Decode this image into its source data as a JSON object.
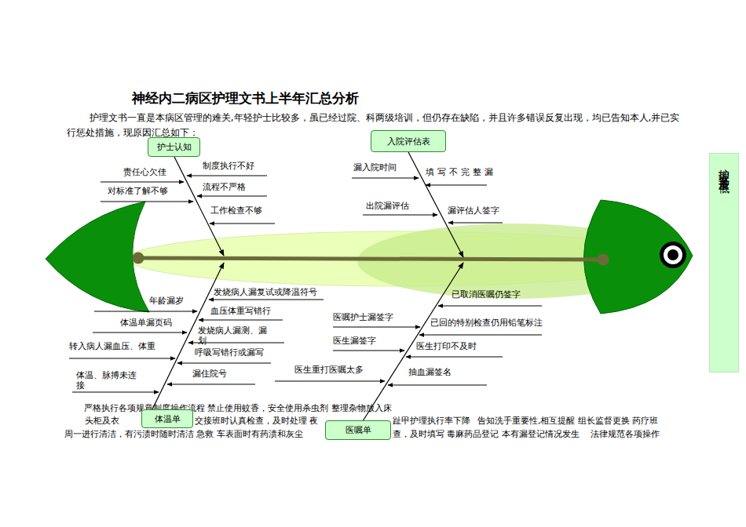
{
  "diagram": {
    "title": "神经内二病区护理文书上半年汇总分析",
    "nodes": [
      {
        "text": [
          "护士认知"
        ]
      },
      {
        "text": [
          "入院评估表"
        ]
      },
      {
        "text": [
          "护理文书质量低"
        ]
      },
      {
        "text": [
          "体温单"
        ]
      },
      {
        "text": [
          "医嘱单"
        ]
      }
    ],
    "labels": [
      "护理文书一直是本病区管理的难关,年轻护士比较多，虽已经过院、科两级培训，但仍存在缺陷，并且许多错误反复出现，均已告知本人,并已实行惩处措施，现原因汇总如下：",
      "制度执行不好",
      "责任心欠佳",
      "流程不严格",
      "对标准了解不够",
      "工作检查不够",
      "漏入院时间",
      "填写不完整漏",
      "出院漏评估",
      "漏评估人签字",
      "发烧病人漏复试或降温符号",
      "已取消医嘱仍签字",
      "年龄漏岁",
      "血压体重写错行",
      "体温单漏页码",
      "发烧病人漏测、漏划",
      "医嘱护士漏签字",
      "已回的特别检查仍用铅笔标注",
      "转入病人漏血压、体重",
      "医生漏签字",
      "医生打印不及时",
      "呼吸写错行或漏写",
      "医生重打医嘱太多",
      "漏住院号",
      "抽血漏签名",
      "体温、脉搏未连接",
      "严格执行各项规章制度操作流程 禁止使用蚊香，安全使用杀虫剂 整理杂物放入床",
      "头柜及衣",
      "交接班时认真检查，及时处理 夜",
      "趾甲护理执行率下降",
      "告知洗手重要性,相互提醒 组长监督更换 药疗班",
      "周一进行清洁，有污渍时随时清洁 急救 车表面时有药渍和灰尘",
      "查，及时填写 毒麻药品登记 本有漏登记情况发生",
      "法律规范各项操作"
    ]
  }
}
